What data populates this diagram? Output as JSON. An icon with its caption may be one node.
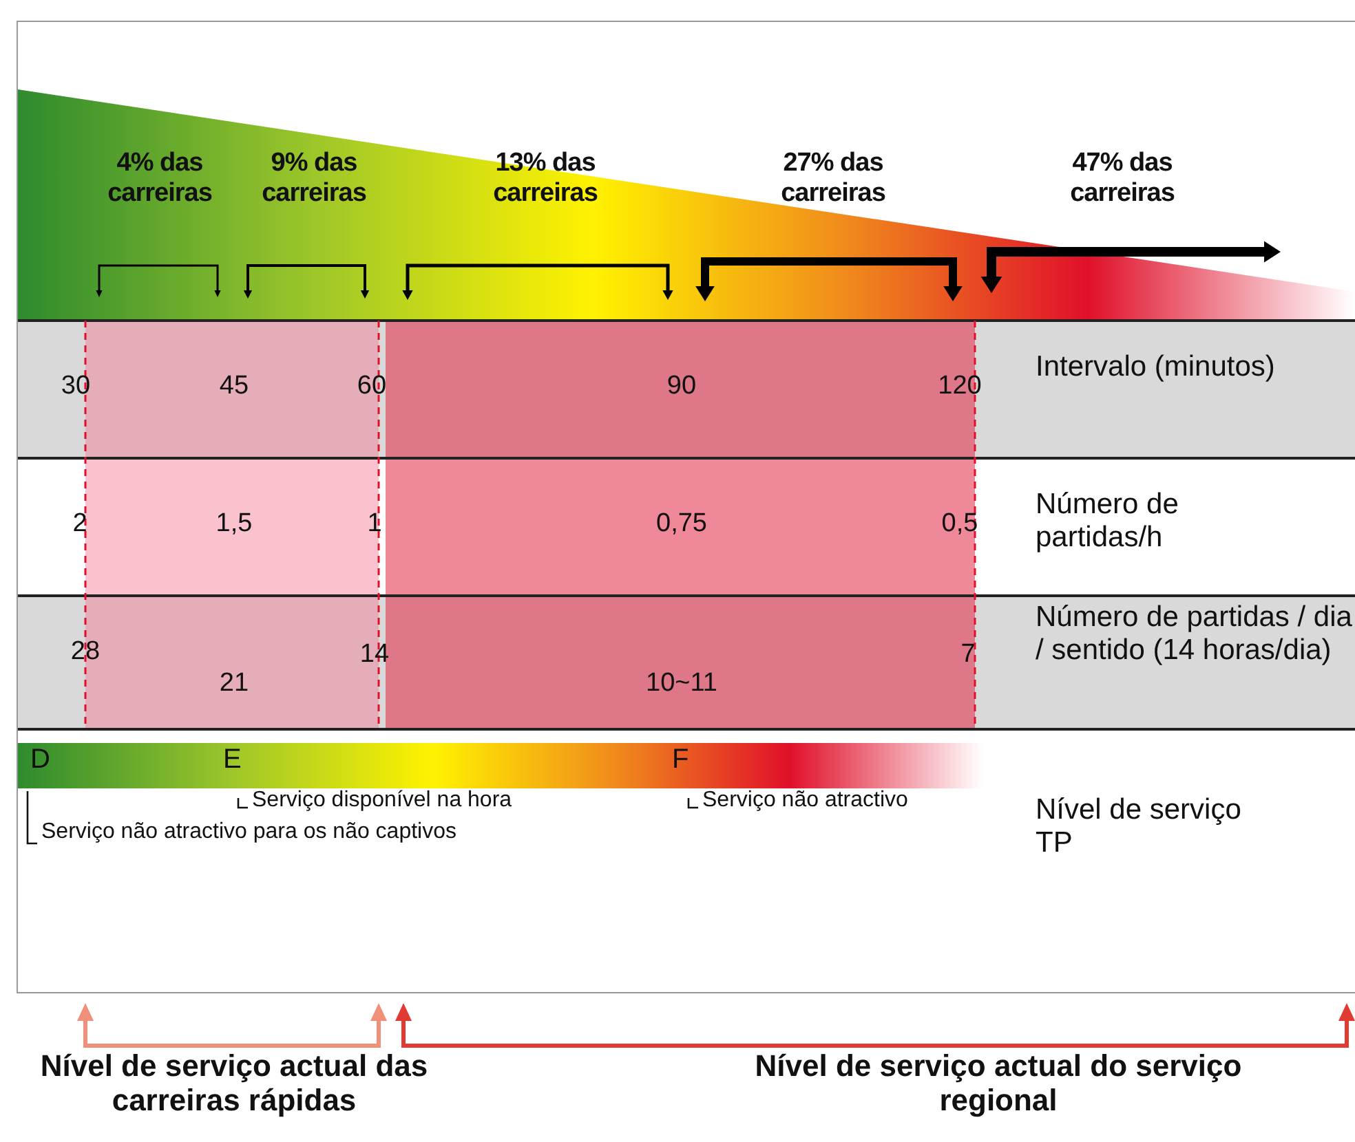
{
  "diagram": {
    "labels": [
      "4% das carreiras",
      "9% das carreiras",
      "13% das carreiras",
      "27% das carreiras",
      "47% das carreiras",
      "30",
      "45",
      "60",
      "90",
      "120",
      "Intervalo (minutos)",
      "2",
      "1,5",
      "1",
      "0,75",
      "0,5",
      "Número de partidas/h",
      "28",
      "21",
      "14",
      "10~11",
      "7",
      "Número de partidas / dia / sentido (14 horas/dia)",
      "D",
      "E",
      "F",
      "Serviço disponível na hora",
      "Serviço não atractivo",
      "Nível de serviço TP",
      "Serviço não atractivo para os não captivos",
      "Nível de serviço actual das carreiras rápidas",
      "Nível de serviço actual do serviço regional"
    ]
  }
}
